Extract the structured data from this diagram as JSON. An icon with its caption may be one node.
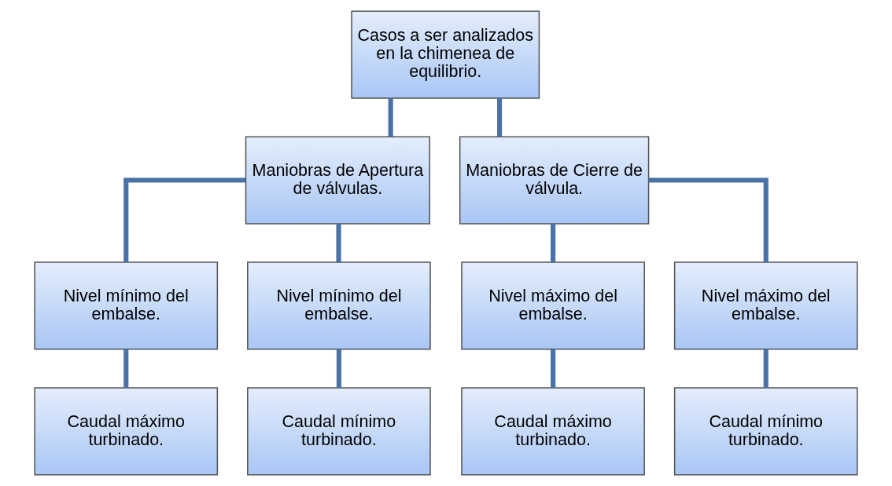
{
  "diagram": {
    "nodes": [
      {
        "text": [
          "Casos a ser analizados en la chimenea de equilibrio."
        ]
      },
      {
        "text": [
          "Maniobras de Apertura de válvulas."
        ]
      },
      {
        "text": [
          "Maniobras de Cierre de válvula."
        ]
      },
      {
        "text": [
          "Nivel mínimo del embalse."
        ]
      },
      {
        "text": [
          "Nivel mínimo del embalse."
        ]
      },
      {
        "text": [
          "Nivel máximo del embalse."
        ]
      },
      {
        "text": [
          "Nivel máximo del embalse."
        ]
      },
      {
        "text": [
          "Caudal máximo turbinado."
        ]
      },
      {
        "text": [
          "Caudal mínimo turbinado."
        ]
      },
      {
        "text": [
          "Caudal máximo turbinado."
        ]
      },
      {
        "text": [
          "Caudal mínimo turbinado."
        ]
      }
    ],
    "edges": [
      {
        "from": 0,
        "to": 1,
        "arrow": "none"
      },
      {
        "from": 0,
        "to": 2,
        "arrow": "none"
      },
      {
        "from": 1,
        "to": 3,
        "arrow": "none"
      },
      {
        "from": 1,
        "to": 4,
        "arrow": "none"
      },
      {
        "from": 2,
        "to": 5,
        "arrow": "none"
      },
      {
        "from": 2,
        "to": 6,
        "arrow": "none"
      },
      {
        "from": 3,
        "to": 7,
        "arrow": "none"
      },
      {
        "from": 4,
        "to": 8,
        "arrow": "none"
      },
      {
        "from": 5,
        "to": 9,
        "arrow": "none"
      },
      {
        "from": 6,
        "to": 10,
        "arrow": "none"
      }
    ]
  }
}
